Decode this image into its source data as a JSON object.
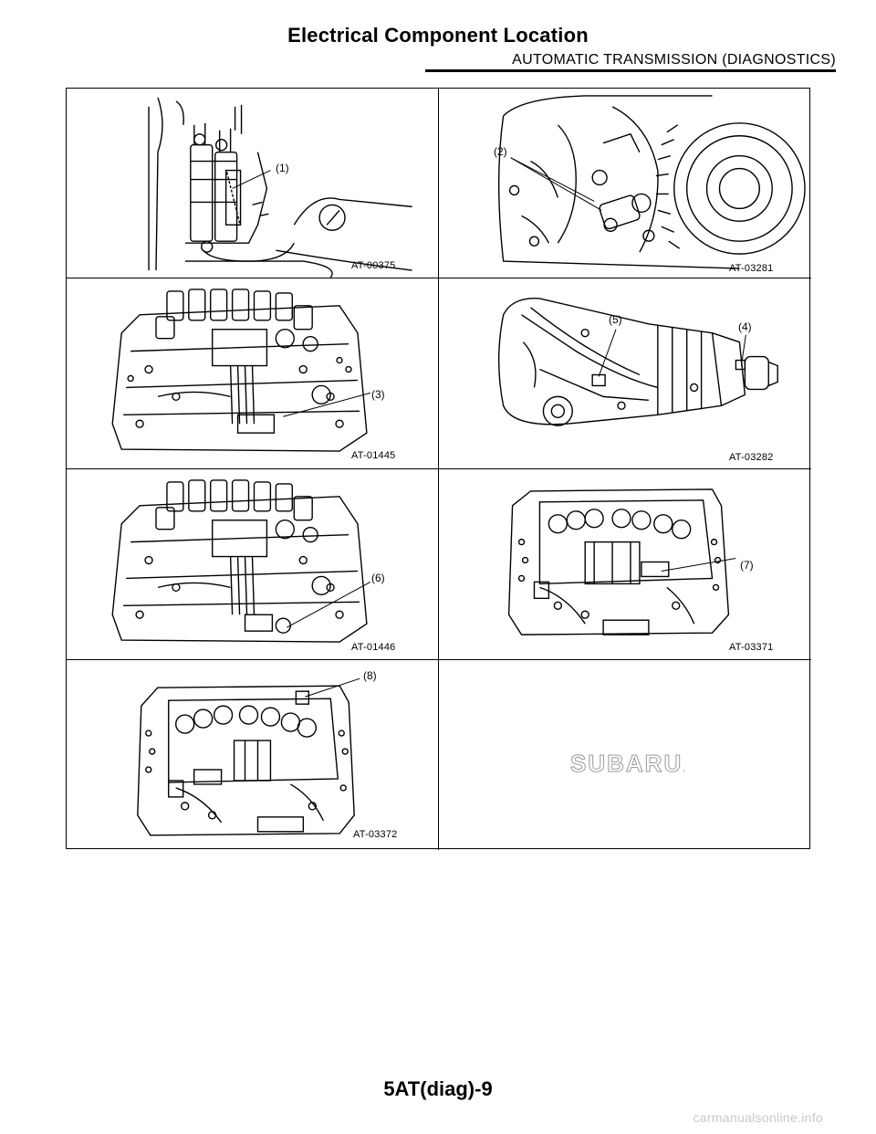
{
  "header": {
    "title": "Electrical Component Location",
    "subtitle": "AUTOMATIC TRANSMISSION (DIAGNOSTICS)"
  },
  "figures": [
    {
      "code": "AT-00375",
      "callouts": [
        "(1)"
      ]
    },
    {
      "code": "AT-03281",
      "callouts": [
        "(2)"
      ]
    },
    {
      "code": "AT-01445",
      "callouts": [
        "(3)"
      ]
    },
    {
      "code": "AT-03282",
      "callouts": [
        "(5)",
        "(4)"
      ]
    },
    {
      "code": "AT-01446",
      "callouts": [
        "(6)"
      ]
    },
    {
      "code": "AT-03371",
      "callouts": [
        "(7)"
      ]
    },
    {
      "code": "AT-03372",
      "callouts": [
        "(8)"
      ]
    }
  ],
  "logo": {
    "text": "SUBARU",
    "mark": "."
  },
  "footer": {
    "page_number": "5AT(diag)-9",
    "watermark": "carmanualsonline.info"
  }
}
